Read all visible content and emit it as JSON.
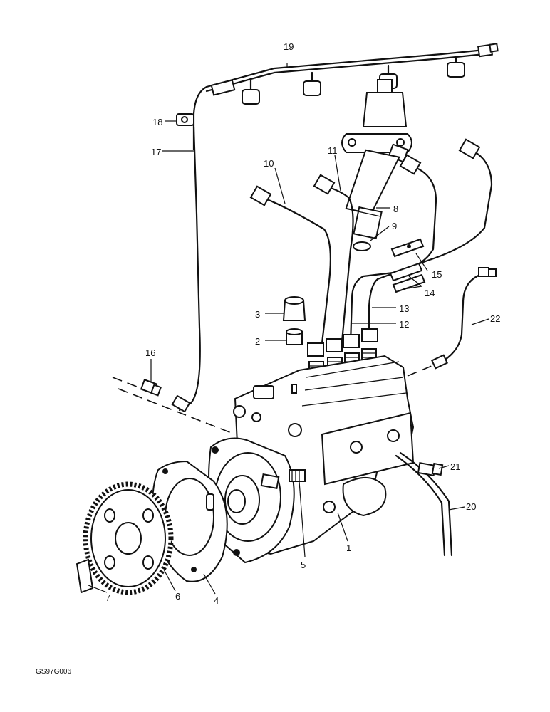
{
  "figure": {
    "reference_code": "GS97G006"
  },
  "callouts": [
    {
      "id": "1",
      "label": "1"
    },
    {
      "id": "2",
      "label": "2"
    },
    {
      "id": "3",
      "label": "3"
    },
    {
      "id": "4",
      "label": "4"
    },
    {
      "id": "5",
      "label": "5"
    },
    {
      "id": "6",
      "label": "6"
    },
    {
      "id": "7",
      "label": "7"
    },
    {
      "id": "8",
      "label": "8"
    },
    {
      "id": "9",
      "label": "9"
    },
    {
      "id": "10",
      "label": "10"
    },
    {
      "id": "11",
      "label": "11"
    },
    {
      "id": "12",
      "label": "12"
    },
    {
      "id": "13",
      "label": "13"
    },
    {
      "id": "14",
      "label": "14"
    },
    {
      "id": "15",
      "label": "15"
    },
    {
      "id": "16",
      "label": "16"
    },
    {
      "id": "17",
      "label": "17"
    },
    {
      "id": "18",
      "label": "18"
    },
    {
      "id": "19",
      "label": "19"
    },
    {
      "id": "20",
      "label": "20"
    },
    {
      "id": "21",
      "label": "21"
    },
    {
      "id": "22",
      "label": "22"
    }
  ]
}
